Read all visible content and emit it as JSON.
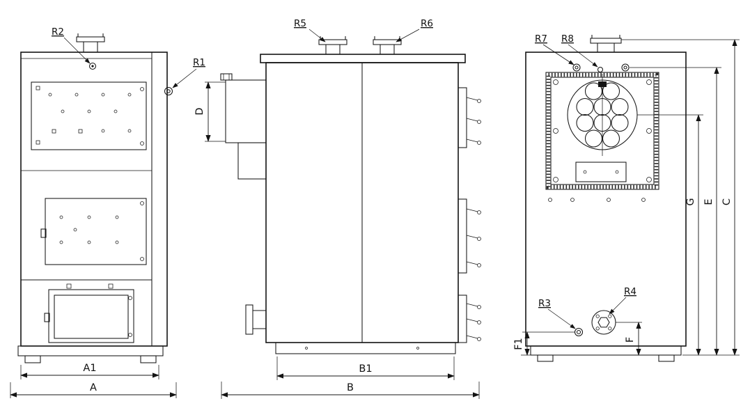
{
  "drawing": {
    "background": "#ffffff",
    "ink_color": "#141414",
    "description": "Boiler technical drawing, three orthographic views"
  },
  "labels": {
    "r1": "R1",
    "r2": "R2",
    "r3": "R3",
    "r4": "R4",
    "r5": "R5",
    "r6": "R6",
    "r7": "R7",
    "r8": "R8"
  },
  "dims": {
    "a": "A",
    "a1": "A1",
    "b": "B",
    "b1": "B1",
    "c": "C",
    "d": "D",
    "e": "E",
    "f": "F",
    "f1": "F1",
    "g": "G"
  }
}
